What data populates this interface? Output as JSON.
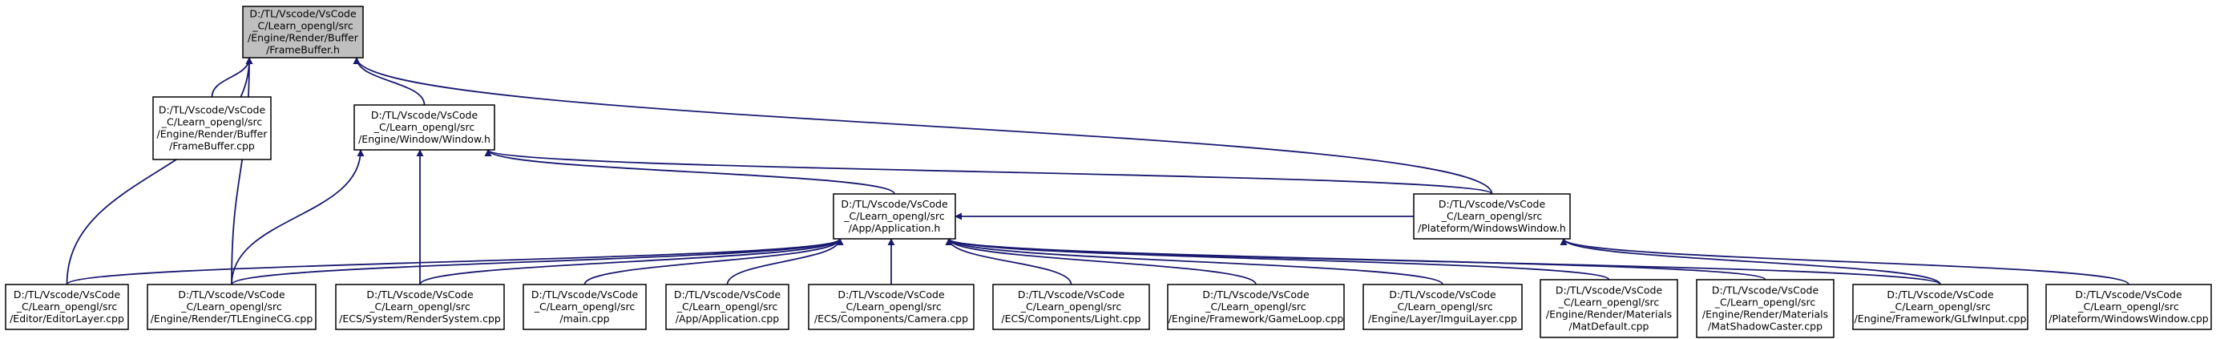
{
  "colors": {
    "edge": "#191970",
    "highlight": "#bfbfbf",
    "border": "#000000",
    "background": "#ffffff"
  },
  "nodes": [
    {
      "id": "framebuffer_h",
      "highlight": true,
      "lines": [
        "D:/TL/Vscode/VsCode",
        "_C/Learn_opengl/src",
        "/Engine/Render/Buffer",
        "/FrameBuffer.h"
      ]
    },
    {
      "id": "framebuffer_cpp",
      "lines": [
        "D:/TL/Vscode/VsCode",
        "_C/Learn_opengl/src",
        "/Engine/Render/Buffer",
        "/FrameBuffer.cpp"
      ]
    },
    {
      "id": "window_h",
      "lines": [
        "D:/TL/Vscode/VsCode",
        "_C/Learn_opengl/src",
        "/Engine/Window/Window.h"
      ]
    },
    {
      "id": "application_h",
      "lines": [
        "D:/TL/Vscode/VsCode",
        "_C/Learn_opengl/src",
        "/App/Application.h"
      ]
    },
    {
      "id": "windowswindow_h",
      "lines": [
        "D:/TL/Vscode/VsCode",
        "_C/Learn_opengl/src",
        "/Plateform/WindowsWindow.h"
      ]
    },
    {
      "id": "editorlayer_cpp",
      "lines": [
        "D:/TL/Vscode/VsCode",
        "_C/Learn_opengl/src",
        "/Editor/EditorLayer.cpp"
      ]
    },
    {
      "id": "tlenginecg_cpp",
      "lines": [
        "D:/TL/Vscode/VsCode",
        "_C/Learn_opengl/src",
        "/Engine/Render/TLEngineCG.cpp"
      ]
    },
    {
      "id": "rendersystem_cpp",
      "lines": [
        "D:/TL/Vscode/VsCode",
        "_C/Learn_opengl/src",
        "/ECS/System/RenderSystem.cpp"
      ]
    },
    {
      "id": "main_cpp",
      "lines": [
        "D:/TL/Vscode/VsCode",
        "_C/Learn_opengl/src",
        "/main.cpp"
      ]
    },
    {
      "id": "application_cpp",
      "lines": [
        "D:/TL/Vscode/VsCode",
        "_C/Learn_opengl/src",
        "/App/Application.cpp"
      ]
    },
    {
      "id": "camera_cpp",
      "lines": [
        "D:/TL/Vscode/VsCode",
        "_C/Learn_opengl/src",
        "/ECS/Components/Camera.cpp"
      ]
    },
    {
      "id": "light_cpp",
      "lines": [
        "D:/TL/Vscode/VsCode",
        "_C/Learn_opengl/src",
        "/ECS/Components/Light.cpp"
      ]
    },
    {
      "id": "gameloop_cpp",
      "lines": [
        "D:/TL/Vscode/VsCode",
        "_C/Learn_opengl/src",
        "/Engine/Framework/GameLoop.cpp"
      ]
    },
    {
      "id": "imguilayer_cpp",
      "lines": [
        "D:/TL/Vscode/VsCode",
        "_C/Learn_opengl/src",
        "/Engine/Layer/ImguiLayer.cpp"
      ]
    },
    {
      "id": "matdefault_cpp",
      "lines": [
        "D:/TL/Vscode/VsCode",
        "_C/Learn_opengl/src",
        "/Engine/Render/Materials",
        "/MatDefault.cpp"
      ]
    },
    {
      "id": "matshadowcaster_cpp",
      "lines": [
        "D:/TL/Vscode/VsCode",
        "_C/Learn_opengl/src",
        "/Engine/Render/Materials",
        "/MatShadowCaster.cpp"
      ]
    },
    {
      "id": "glfwinput_cpp",
      "lines": [
        "D:/TL/Vscode/VsCode",
        "_C/Learn_opengl/src",
        "/Engine/Framework/GLfwInput.cpp"
      ]
    },
    {
      "id": "windowswindow_cpp",
      "lines": [
        "D:/TL/Vscode/VsCode",
        "_C/Learn_opengl/src",
        "/Plateform/WindowsWindow.cpp"
      ]
    }
  ],
  "edges": [
    {
      "from": "framebuffer_cpp",
      "to": "framebuffer_h"
    },
    {
      "from": "window_h",
      "to": "framebuffer_h"
    },
    {
      "from": "editorlayer_cpp",
      "to": "framebuffer_h"
    },
    {
      "from": "tlenginecg_cpp",
      "to": "framebuffer_h"
    },
    {
      "from": "windowswindow_h",
      "to": "framebuffer_h"
    },
    {
      "from": "application_h",
      "to": "window_h"
    },
    {
      "from": "windowswindow_h",
      "to": "window_h"
    },
    {
      "from": "tlenginecg_cpp",
      "to": "window_h"
    },
    {
      "from": "rendersystem_cpp",
      "to": "window_h"
    },
    {
      "from": "windowswindow_h",
      "to": "application_h"
    },
    {
      "from": "editorlayer_cpp",
      "to": "application_h"
    },
    {
      "from": "tlenginecg_cpp",
      "to": "application_h"
    },
    {
      "from": "rendersystem_cpp",
      "to": "application_h"
    },
    {
      "from": "main_cpp",
      "to": "application_h"
    },
    {
      "from": "application_cpp",
      "to": "application_h"
    },
    {
      "from": "camera_cpp",
      "to": "application_h"
    },
    {
      "from": "light_cpp",
      "to": "application_h"
    },
    {
      "from": "gameloop_cpp",
      "to": "application_h"
    },
    {
      "from": "imguilayer_cpp",
      "to": "application_h"
    },
    {
      "from": "matdefault_cpp",
      "to": "application_h"
    },
    {
      "from": "matshadowcaster_cpp",
      "to": "application_h"
    },
    {
      "from": "glfwinput_cpp",
      "to": "application_h"
    },
    {
      "from": "glfwinput_cpp",
      "to": "windowswindow_h"
    },
    {
      "from": "windowswindow_cpp",
      "to": "windowswindow_h"
    }
  ]
}
